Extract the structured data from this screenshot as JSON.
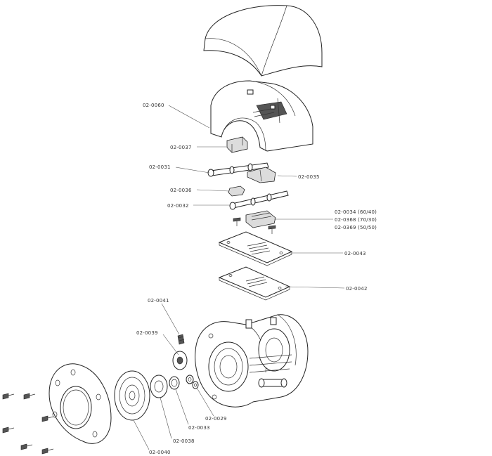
{
  "labels": {
    "p0060": "02-0060",
    "p0037": "02-0037",
    "p0031": "02-0031",
    "p0035": "02-0035",
    "p0036": "02-0036",
    "p0032": "02-0032",
    "p0034": "02-0034 (60/40)",
    "p0368": "02-0368 (70/30)",
    "p0369": "02-0369 (50/50)",
    "p0043": "02-0043",
    "p0042": "02-0042",
    "p0041": "02-0041",
    "p0039": "02-0039",
    "p0029": "02-0029",
    "p0033": "02-0033",
    "p0038": "02-0038",
    "p0040": "02-0040"
  }
}
